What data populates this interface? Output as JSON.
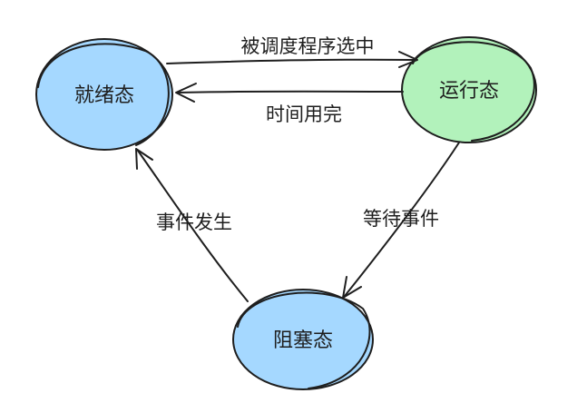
{
  "states": {
    "ready": {
      "label": "就绪态",
      "fill": "#a5d8ff"
    },
    "running": {
      "label": "运行态",
      "fill": "#b2f2bb"
    },
    "blocked": {
      "label": "阻塞态",
      "fill": "#a5d8ff"
    }
  },
  "transitions": {
    "ready_to_running": "被调度程序选中",
    "running_to_ready": "时间用完",
    "running_to_blocked": "等待事件",
    "blocked_to_ready": "事件发生"
  },
  "colors": {
    "stroke": "#1e1e1e",
    "background": "#ffffff"
  }
}
